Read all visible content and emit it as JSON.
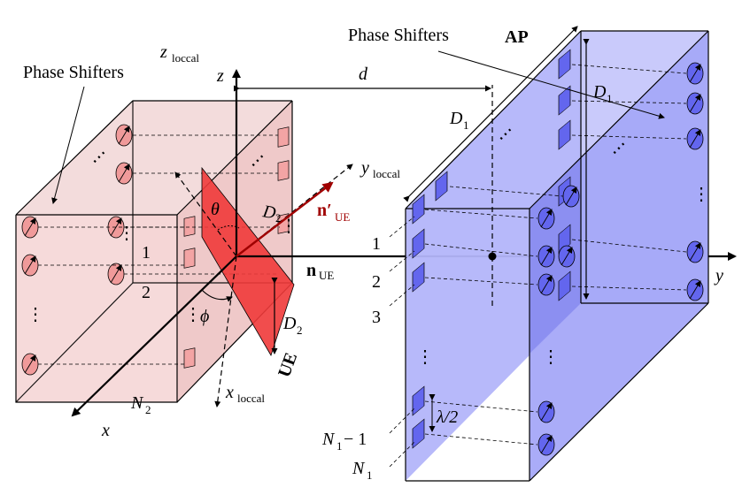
{
  "labels": {
    "phase_shifters_left": "Phase Shifters",
    "phase_shifters_right": "Phase Shifters",
    "ap": "AP",
    "ue": "UE",
    "z_local": "z",
    "z_local_sub": "loccal",
    "z": "z",
    "x": "x",
    "y": "y",
    "y_local": "y",
    "y_local_sub": "loccal",
    "x_local": "x",
    "x_local_sub": "loccal",
    "d": "d",
    "D1_top": "D",
    "D1_top_sub": "1",
    "D1_right": "D",
    "D1_right_sub": "1",
    "D2_diag": "D",
    "D2_diag_sub": "2",
    "D2_vert": "D",
    "D2_vert_sub": "2",
    "theta": "θ",
    "phi": "ϕ",
    "n_ue": "n",
    "n_ue_sub": "UE",
    "n_ue_prime": "n′",
    "n_ue_prime_sub": "UE",
    "lambda_half": "λ/2",
    "ue_index_1": "1",
    "ue_index_2": "2",
    "ue_index_N2": "N",
    "ue_index_N2_sub": "2",
    "ap_index_1": "1",
    "ap_index_2": "2",
    "ap_index_3": "3",
    "ap_index_N1m1": "N",
    "ap_index_N1m1_sub": "1",
    "ap_index_N1m1_suffix": " − 1",
    "ap_index_N1": "N",
    "ap_index_N1_sub": "1",
    "dots_h": "⋯",
    "dots_v": "⋮"
  },
  "colors": {
    "ue_box_fill": "#f6d6d6",
    "ue_box_face": "#efc2c2",
    "ue_element": "#f09a9a",
    "ue_plane": "#f03a3a",
    "ap_box_fill": "#aeb0fa",
    "ap_box_face": "#8c8ff2",
    "ap_element": "#6366ee",
    "n_prime": "#a00000"
  }
}
